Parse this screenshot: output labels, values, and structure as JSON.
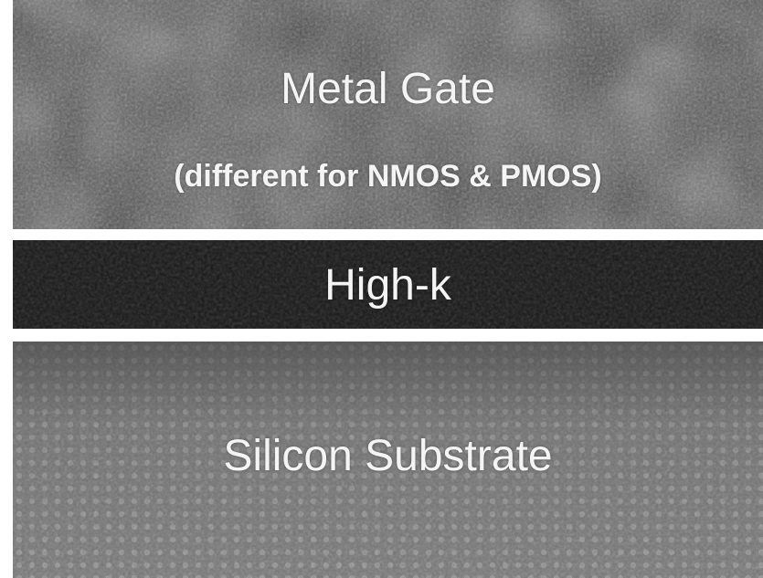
{
  "layers": {
    "metal_gate": {
      "label": "Metal Gate",
      "note": "(different for NMOS & PMOS)"
    },
    "high_k": {
      "label": "High-k"
    },
    "silicon_substrate": {
      "label": "Silicon Substrate"
    }
  },
  "colors": {
    "metal_gate": "#4a4a4a",
    "high_k": "#161616",
    "silicon_substrate": "#767676",
    "separator": "#ffffff",
    "text": "#f4f4f4"
  }
}
